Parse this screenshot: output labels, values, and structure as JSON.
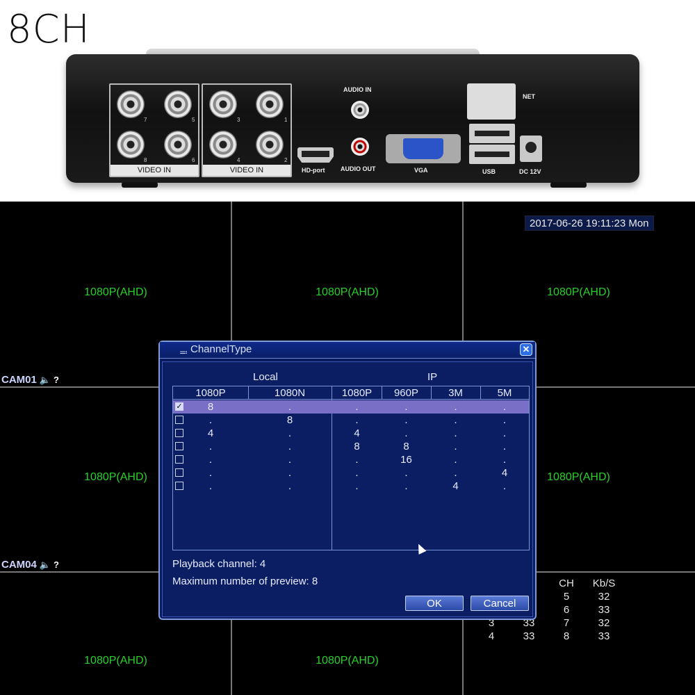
{
  "header": {
    "title": "8CH"
  },
  "device": {
    "video_in_label_left": "VIDEO IN",
    "video_in_label_right": "VIDEO IN",
    "left_channel_numbers": [
      "7",
      "5",
      "8",
      "6"
    ],
    "right_channel_numbers": [
      "3",
      "1",
      "4",
      "2"
    ],
    "audio_in": "AUDIO IN",
    "audio_out": "AUDIO OUT",
    "hd_port": "HD-port",
    "vga": "VGA",
    "usb": "USB",
    "net": "NET",
    "dc": "DC 12V"
  },
  "screen": {
    "cell_label": "1080P(AHD)",
    "cam01": "CAM01",
    "cam04": "CAM04",
    "datetime": "2017-06-26 19:11:23 Mon",
    "stats": {
      "headers": [
        "",
        "",
        "CH",
        "Kb/S"
      ],
      "rows": [
        [
          "",
          "",
          "5",
          "32"
        ],
        [
          "",
          "",
          "6",
          "33"
        ],
        [
          "3",
          "33",
          "7",
          "32"
        ],
        [
          "4",
          "33",
          "8",
          "33"
        ]
      ]
    }
  },
  "dialog": {
    "title": "ChannelType",
    "group_local": "Local",
    "group_ip": "IP",
    "columns": [
      "1080P",
      "1080N",
      "1080P",
      "960P",
      "3M",
      "5M"
    ],
    "rows": [
      {
        "checked": true,
        "cells": [
          "8",
          ".",
          ".",
          ".",
          ".",
          "."
        ]
      },
      {
        "checked": false,
        "cells": [
          ".",
          "8",
          ".",
          ".",
          ".",
          "."
        ]
      },
      {
        "checked": false,
        "cells": [
          "4",
          ".",
          "4",
          ".",
          ".",
          "."
        ]
      },
      {
        "checked": false,
        "cells": [
          ".",
          ".",
          "8",
          "8",
          ".",
          "."
        ]
      },
      {
        "checked": false,
        "cells": [
          ".",
          ".",
          ".",
          "16",
          ".",
          "."
        ]
      },
      {
        "checked": false,
        "cells": [
          ".",
          ".",
          ".",
          ".",
          ".",
          "4"
        ]
      },
      {
        "checked": false,
        "cells": [
          ".",
          ".",
          ".",
          ".",
          "4",
          "."
        ]
      }
    ],
    "playback": "Playback channel: 4",
    "max_preview": "Maximum number of preview: 8",
    "ok": "OK",
    "cancel": "Cancel"
  }
}
